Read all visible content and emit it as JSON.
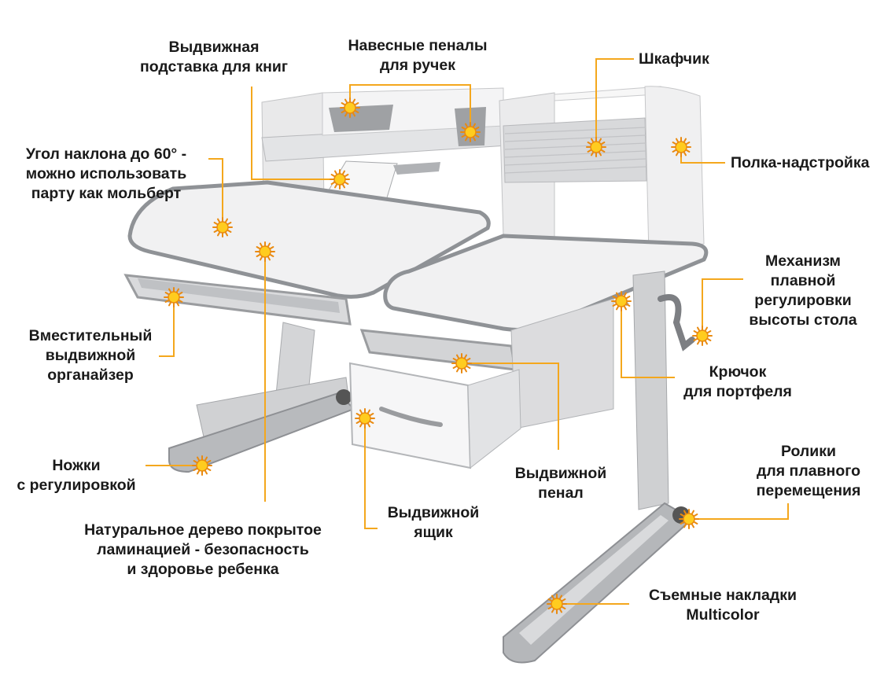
{
  "colors": {
    "callout": "#f4a71d",
    "marker_fill": "#ffcc1f",
    "marker_core": "#e98a10",
    "text": "#1a1a1a",
    "desk_white": "#f2f2f2",
    "desk_edge": "#8f9296",
    "frame_grey": "#c9cbcd"
  },
  "icons": {
    "marker": "sun-marker-icon"
  },
  "callouts": {
    "book_stand": [
      "Выдвижная",
      "подставка для книг"
    ],
    "pen_cases": [
      "Навесные пеналы",
      "для ручек"
    ],
    "cabinet": [
      "Шкафчик"
    ],
    "shelf": [
      "Полка-надстройка"
    ],
    "tilt": [
      "Угол наклона до 60° -",
      "можно использовать",
      "парту как мольберт"
    ],
    "height_mechanism": [
      "Механизм",
      "плавной",
      "регулировки",
      "высоты стола"
    ],
    "organizer": [
      "Вместительный",
      "выдвижной",
      "органайзер"
    ],
    "hook": [
      "Крючок",
      "для портфеля"
    ],
    "legs": [
      "Ножки",
      "с регулировкой"
    ],
    "pencil_drawer": [
      "Выдвижной",
      "пенал"
    ],
    "rollers": [
      "Ролики",
      "для плавного",
      "перемещения"
    ],
    "drawer": [
      "Выдвижной",
      "ящик"
    ],
    "wood": [
      "Натуральное дерево покрытое",
      "ламинацией - безопасность",
      "и здоровье ребенка"
    ],
    "covers": [
      "Съемные накладки",
      "Multicolor"
    ]
  }
}
